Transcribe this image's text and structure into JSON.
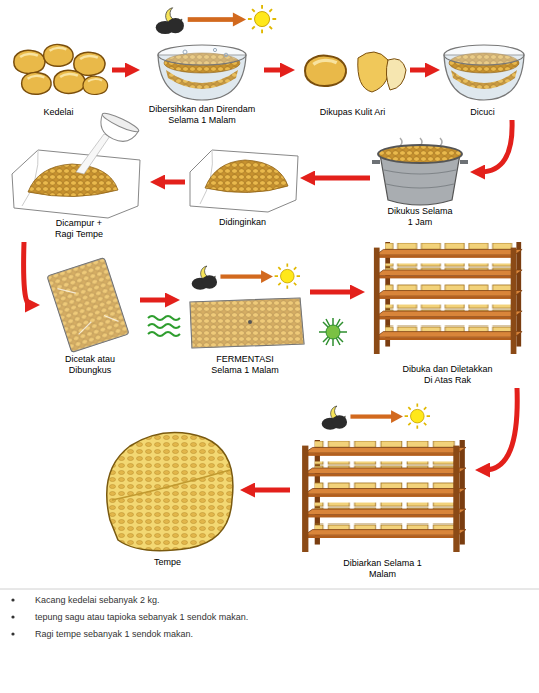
{
  "diagram": {
    "nodes": [
      {
        "text": [
          "Kedelai"
        ]
      },
      {
        "text": [
          "Dibersihkan dan Direndam Selama 1 Malam"
        ]
      },
      {
        "text": [
          "Dikupas Kulit Ari"
        ]
      },
      {
        "text": [
          "Dicuci"
        ]
      },
      {
        "text": [
          "Dikukus Selama 1 Jam"
        ]
      },
      {
        "text": [
          "Didinginkan"
        ]
      },
      {
        "text": [
          "Dicampur + Ragi Tempe"
        ]
      },
      {
        "text": [
          "Dicetak atau Dibungkus"
        ]
      },
      {
        "text": [
          "FERMENTASI Selama 1 Malam"
        ]
      },
      {
        "text": [
          "Dibuka dan Diletakkan Di Atas Rak"
        ]
      },
      {
        "text": [
          "Dibiarkan Selama 1 Malam"
        ]
      },
      {
        "text": [
          "Tempe"
        ]
      }
    ],
    "edges": [
      {
        "from": 0,
        "to": 1,
        "arrow": "to"
      },
      {
        "from": 1,
        "to": 2,
        "arrow": "to"
      },
      {
        "from": 2,
        "to": 3,
        "arrow": "to"
      },
      {
        "from": 3,
        "to": 4,
        "arrow": "to"
      },
      {
        "from": 4,
        "to": 5,
        "arrow": "to"
      },
      {
        "from": 5,
        "to": 6,
        "arrow": "to"
      },
      {
        "from": 6,
        "to": 7,
        "arrow": "to"
      },
      {
        "from": 7,
        "to": 8,
        "arrow": "to"
      },
      {
        "from": 8,
        "to": 9,
        "arrow": "to"
      },
      {
        "from": 9,
        "to": 10,
        "arrow": "to"
      },
      {
        "from": 10,
        "to": 11,
        "arrow": "to"
      }
    ],
    "labels": [
      "Kacang kedelai sebanyak 2 kg.",
      "tepung sagu atau tapioka sebanyak 1 sendok makan.",
      "Ragi tempe sebanyak 1 sendok makan."
    ]
  }
}
